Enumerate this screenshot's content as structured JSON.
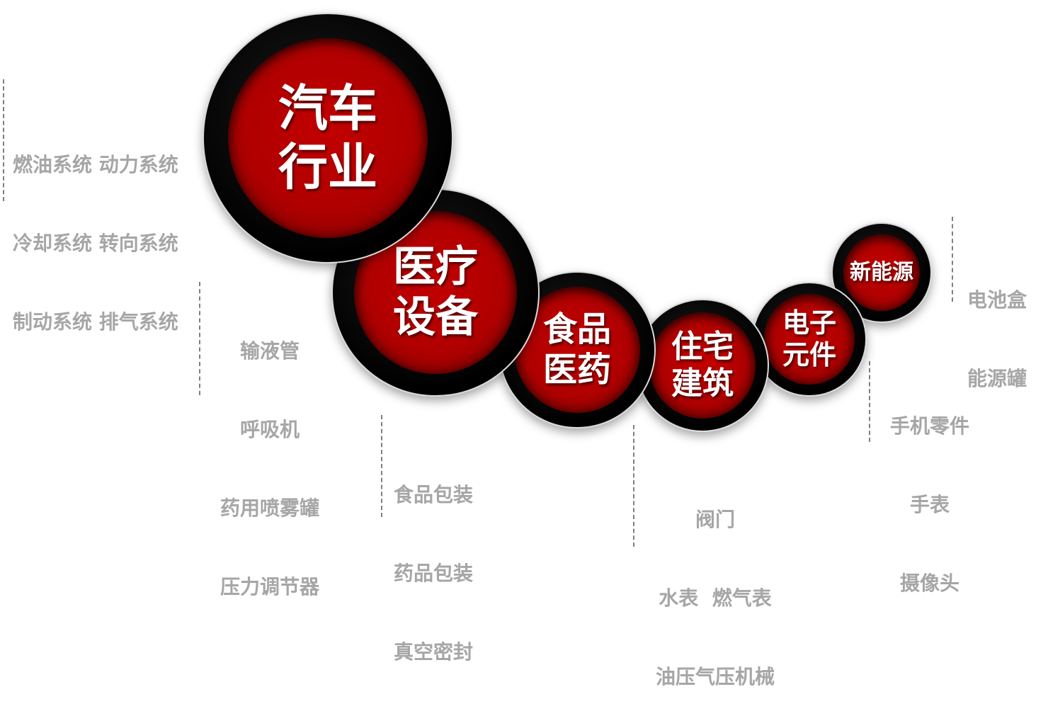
{
  "industries": [
    {
      "id": "auto",
      "label": "汽车\n行业",
      "details": [
        "燃油系统 动力系统",
        "冷却系统 转向系统",
        "制动系统 排气系统"
      ]
    },
    {
      "id": "medical",
      "label": "医疗\n设备",
      "details": [
        "输液管",
        "呼吸机",
        "药用喷雾罐",
        "压力调节器"
      ]
    },
    {
      "id": "food",
      "label": "食品\n医药",
      "details": [
        "食品包装",
        "药品包装",
        "真空密封"
      ]
    },
    {
      "id": "housing",
      "label": "住宅\n建筑",
      "details": [
        "阀门",
        "水表  燃气表",
        "油压气压机械"
      ]
    },
    {
      "id": "electronics",
      "label": "电子\n元件",
      "details": [
        "手机零件",
        "手表",
        "摄像头"
      ]
    },
    {
      "id": "newenergy",
      "label": "新能源",
      "details": [
        "电池盒",
        "能源罐"
      ]
    }
  ],
  "colors": {
    "circle_core": "#c00000",
    "circle_ring": "#000000",
    "detail_text": "#a6a6a6",
    "label_text": "#ffffff"
  }
}
